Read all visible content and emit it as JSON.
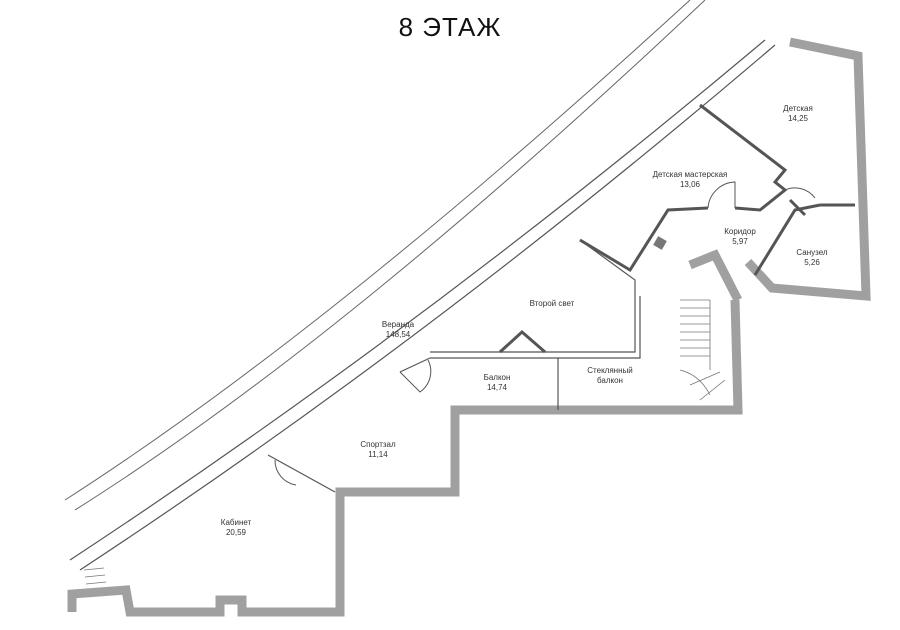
{
  "title": "8 ЭТАЖ",
  "rooms": [
    {
      "name": "Детская",
      "area": "14,25"
    },
    {
      "name": "Детская мастерская",
      "area": "13,06"
    },
    {
      "name": "Коридор",
      "area": "5,97"
    },
    {
      "name": "Санузел",
      "area": "5,26"
    },
    {
      "name": "Второй свет",
      "area": ""
    },
    {
      "name": "Веранда",
      "area": "148,54"
    },
    {
      "name": "Балкон",
      "area": "14,74"
    },
    {
      "name": "Стеклянный балкон",
      "area": ""
    },
    {
      "name": "Спортзал",
      "area": "11,14"
    },
    {
      "name": "Кабинет",
      "area": "20,59"
    }
  ],
  "colors": {
    "wall": "#a0a0a0",
    "line": "#555555"
  }
}
